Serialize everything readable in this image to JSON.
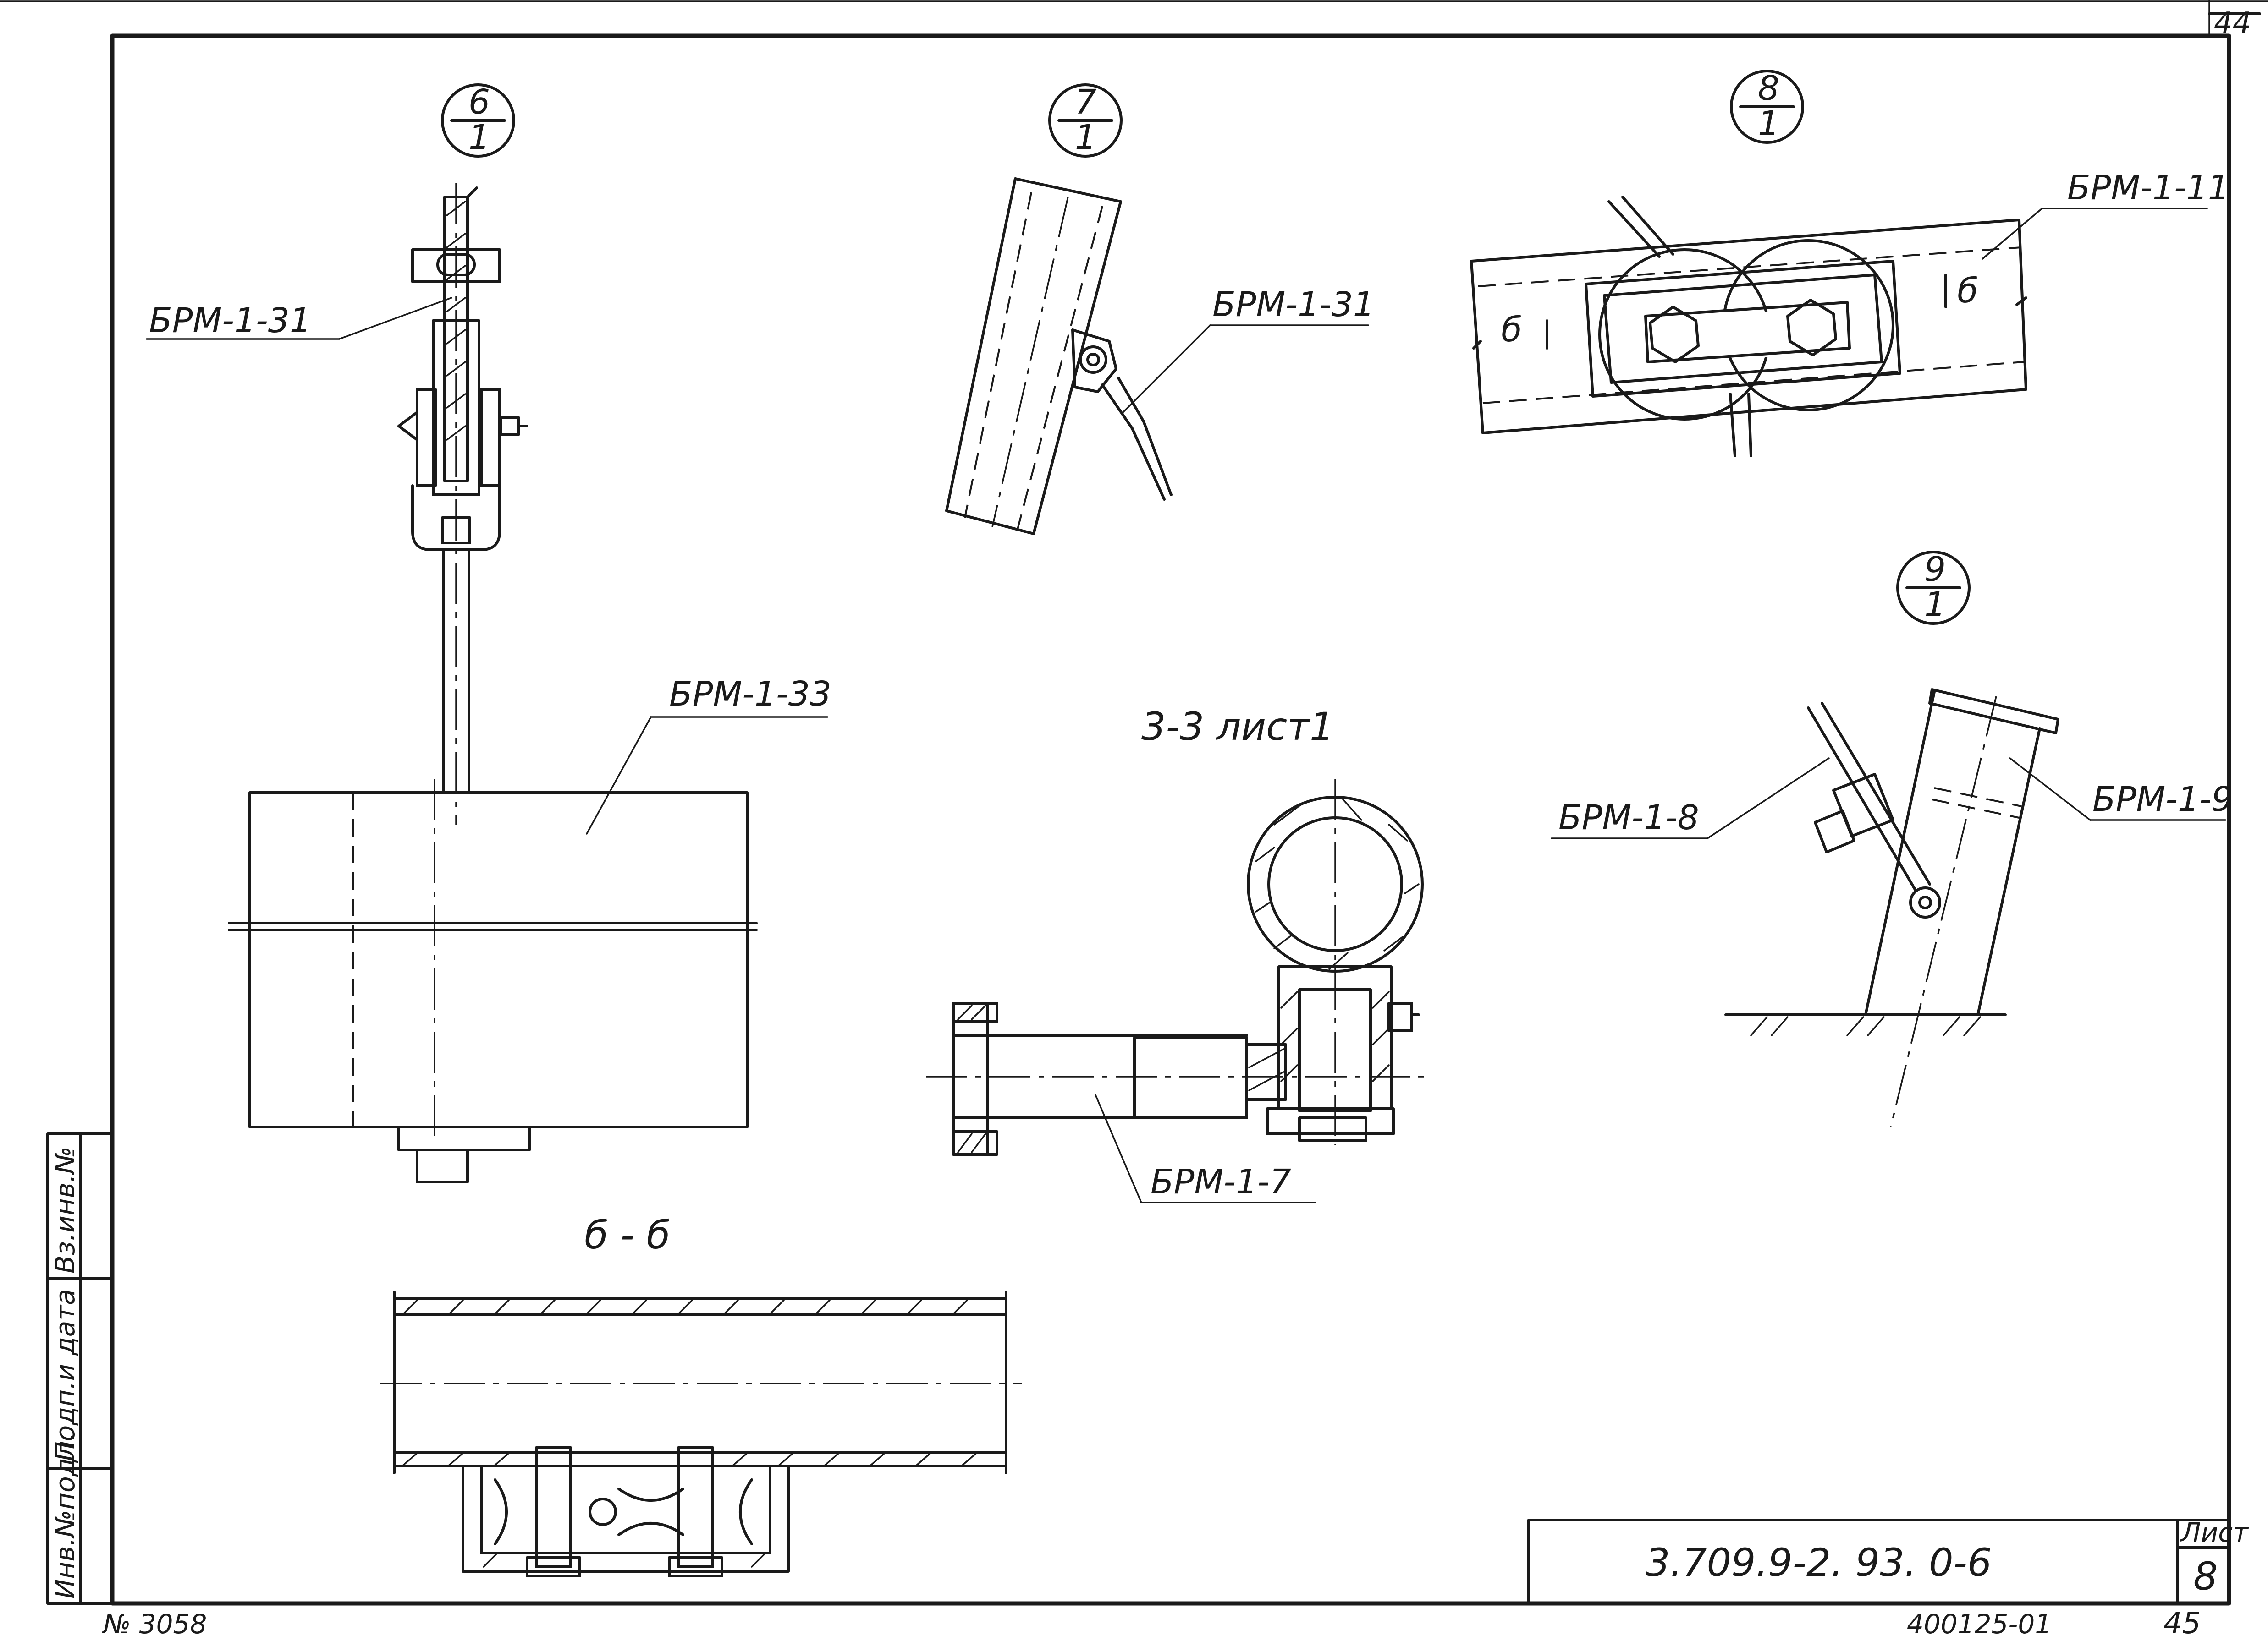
{
  "sheet": {
    "top_sheet_number": "44",
    "bottom_sheet_number": "45",
    "archive_number": "№ 3058",
    "inventory_code": "400125-01"
  },
  "callouts": {
    "detail_6": {
      "num": "6",
      "den": "1"
    },
    "detail_7": {
      "num": "7",
      "den": "1"
    },
    "detail_8": {
      "num": "8",
      "den": "1"
    },
    "detail_9": {
      "num": "9",
      "den": "1"
    }
  },
  "labels": {
    "brm_1_31_left": "БРМ-1-31",
    "brm_1_31_mid": "БРМ-1-31",
    "brm_1_33": "БРМ-1-33",
    "brm_1_11": "БРМ-1-11",
    "brm_1_8": "БРМ-1-8",
    "brm_1_9": "БРМ-1-9",
    "brm_1_7": "БРМ-1-7",
    "section_33": "3-3 лист1",
    "section_bb": "б - б",
    "cut_mark_left": "б",
    "cut_mark_right": "б"
  },
  "stamp_side": {
    "col_1": "Инв.№подл.",
    "col_2": "Подп.и дата",
    "col_3": "Вз.инв.№"
  },
  "title_block": {
    "designation": "3.709.9-2. 93. 0-6",
    "sheet_label": "Лист",
    "sheet_number": "8"
  }
}
